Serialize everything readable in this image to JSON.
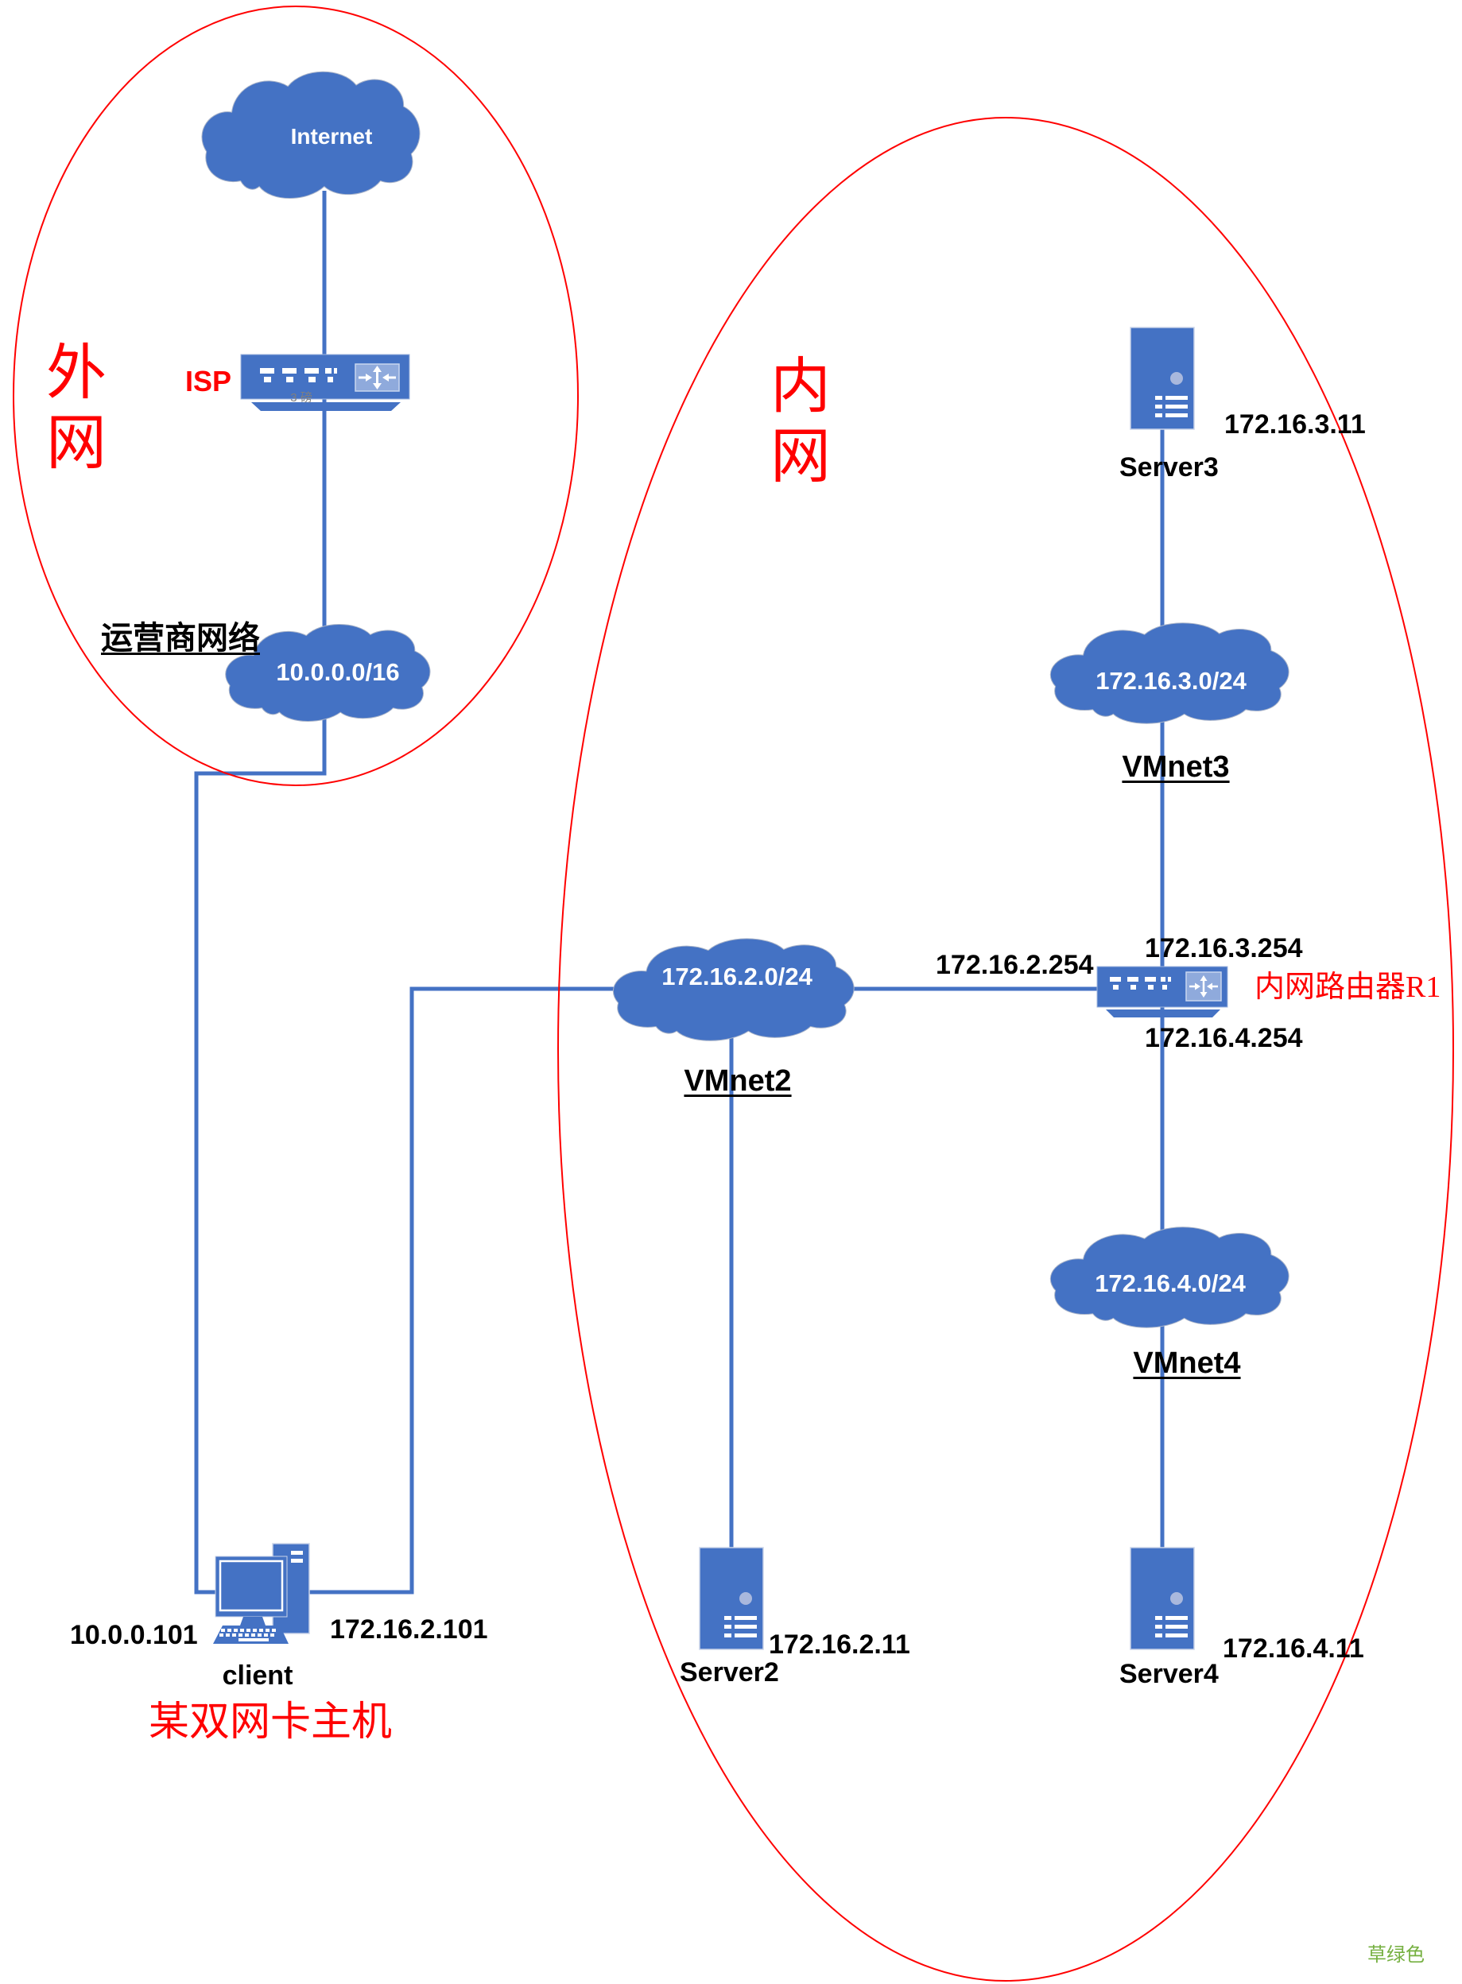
{
  "colors": {
    "shape_blue": "#4472C4",
    "shape_blue_light": "#8FAADC",
    "connector_blue": "#4472C4",
    "boundary_red": "#FF0000",
    "label_black": "#000000",
    "label_white": "#FFFFFF",
    "label_green": "#76B041",
    "label_gray": "#7F7F7F"
  },
  "zones": {
    "outer": {
      "label": "外\n网"
    },
    "inner": {
      "label": "内\n网"
    }
  },
  "internet": {
    "label": "Internet"
  },
  "isp": {
    "label": "ISP",
    "note": "3 磅"
  },
  "carrier": {
    "name": "运营商网络",
    "subnet": "10.0.0.0/16"
  },
  "client": {
    "name": "client",
    "wan_ip": "10.0.0.101",
    "lan_ip": "172.16.2.101",
    "caption": "某双网卡主机"
  },
  "vmnets": {
    "vmnet2": {
      "name": "VMnet2",
      "subnet": "172.16.2.0/24"
    },
    "vmnet3": {
      "name": "VMnet3",
      "subnet": "172.16.3.0/24"
    },
    "vmnet4": {
      "name": "VMnet4",
      "subnet": "172.16.4.0/24"
    }
  },
  "router_r1": {
    "name": "内网路由器R1",
    "interfaces": {
      "vmnet2": "172.16.2.254",
      "vmnet3": "172.16.3.254",
      "vmnet4": "172.16.4.254"
    }
  },
  "servers": {
    "server2": {
      "name": "Server2",
      "ip": "172.16.2.11"
    },
    "server3": {
      "name": "Server3",
      "ip": "172.16.3.11"
    },
    "server4": {
      "name": "Server4",
      "ip": "172.16.4.11"
    }
  },
  "watermark": "草绿色"
}
